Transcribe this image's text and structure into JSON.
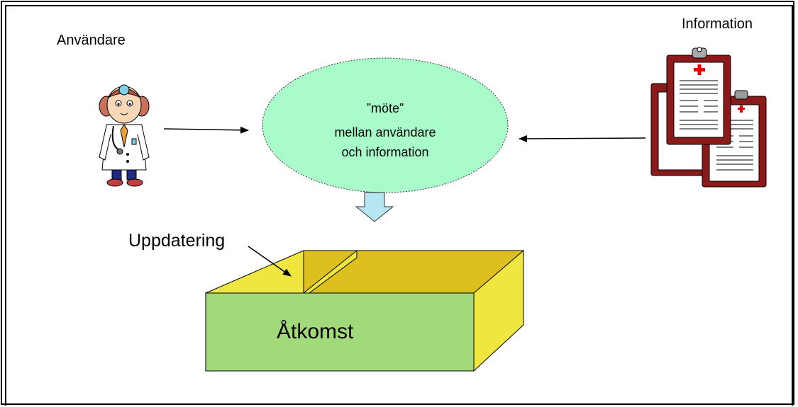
{
  "labels": {
    "user": "Användare",
    "information": "Information",
    "update": "Uppdatering",
    "access": "Åtkomst"
  },
  "meeting": {
    "line1": "”möte”",
    "line2": "mellan användare",
    "line3": "och information"
  },
  "colors": {
    "ellipse_fill": "#a9fcc9",
    "box_front": "#a2d97a",
    "box_yellow": "#f0e640",
    "box_inner": "#ddc01e",
    "clipboard": "#8b1a1a",
    "down_arrow": "#b7e6f3"
  },
  "icons": {
    "user": "doctor-icon",
    "information": "medical-clipboard-icon"
  }
}
